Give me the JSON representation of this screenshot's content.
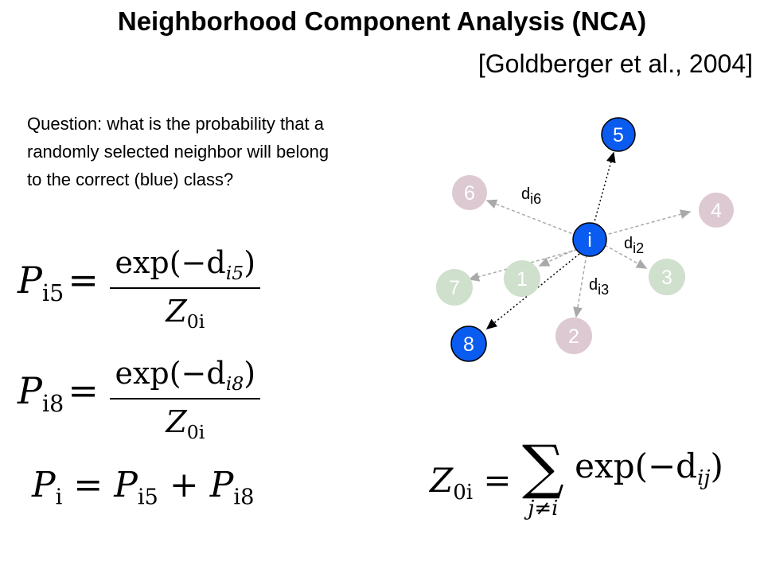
{
  "title": "Neighborhood Component Analysis (NCA)",
  "citation": "[Goldberger et al., 2004]",
  "question": "Question: what is the probability that a randomly selected neighbor will belong to the correct (blue) class?",
  "equations": {
    "p_i5": {
      "lhs": "P",
      "lhs_sub": "i5",
      "num_text": "exp(−d",
      "num_sub": "i5",
      "num_close": ")",
      "den": "Z",
      "den_sub": "0i"
    },
    "p_i8": {
      "lhs": "P",
      "lhs_sub": "i8",
      "num_text": "exp(−d",
      "num_sub": "i8",
      "num_close": ")",
      "den": "Z",
      "den_sub": "0i"
    },
    "p_i": {
      "lhs": "P",
      "lhs_sub": "i",
      "rhs_a": "P",
      "rhs_a_sub": "i5",
      "plus": "+",
      "rhs_b": "P",
      "rhs_b_sub": "i8"
    },
    "z_0i": {
      "lhs": "Z",
      "lhs_sub": "0i",
      "sum_symbol": "∑",
      "sum_index": "j≠i",
      "term": "exp(−d",
      "term_sub": "ij",
      "term_close": ")"
    }
  },
  "diagram": {
    "center_label": "i",
    "nodes": [
      {
        "label": "5",
        "class": "blue"
      },
      {
        "label": "6",
        "class": "pink"
      },
      {
        "label": "4",
        "class": "pink"
      },
      {
        "label": "1",
        "class": "green"
      },
      {
        "label": "3",
        "class": "green"
      },
      {
        "label": "7",
        "class": "green"
      },
      {
        "label": "8",
        "class": "blue"
      },
      {
        "label": "2",
        "class": "pink"
      }
    ],
    "distance_labels": [
      {
        "base": "d",
        "sub": "i6"
      },
      {
        "base": "d",
        "sub": "i2"
      },
      {
        "base": "d",
        "sub": "i3"
      }
    ],
    "colors": {
      "blue": "#0a5bf0",
      "pink": "#ddc9d2",
      "green": "#cfe0cc",
      "arrow_dashed": "#a9a9a9",
      "arrow_dotted": "#000000",
      "node_text_light": "#ffffff",
      "node_text_dark": "#ffffff"
    }
  }
}
